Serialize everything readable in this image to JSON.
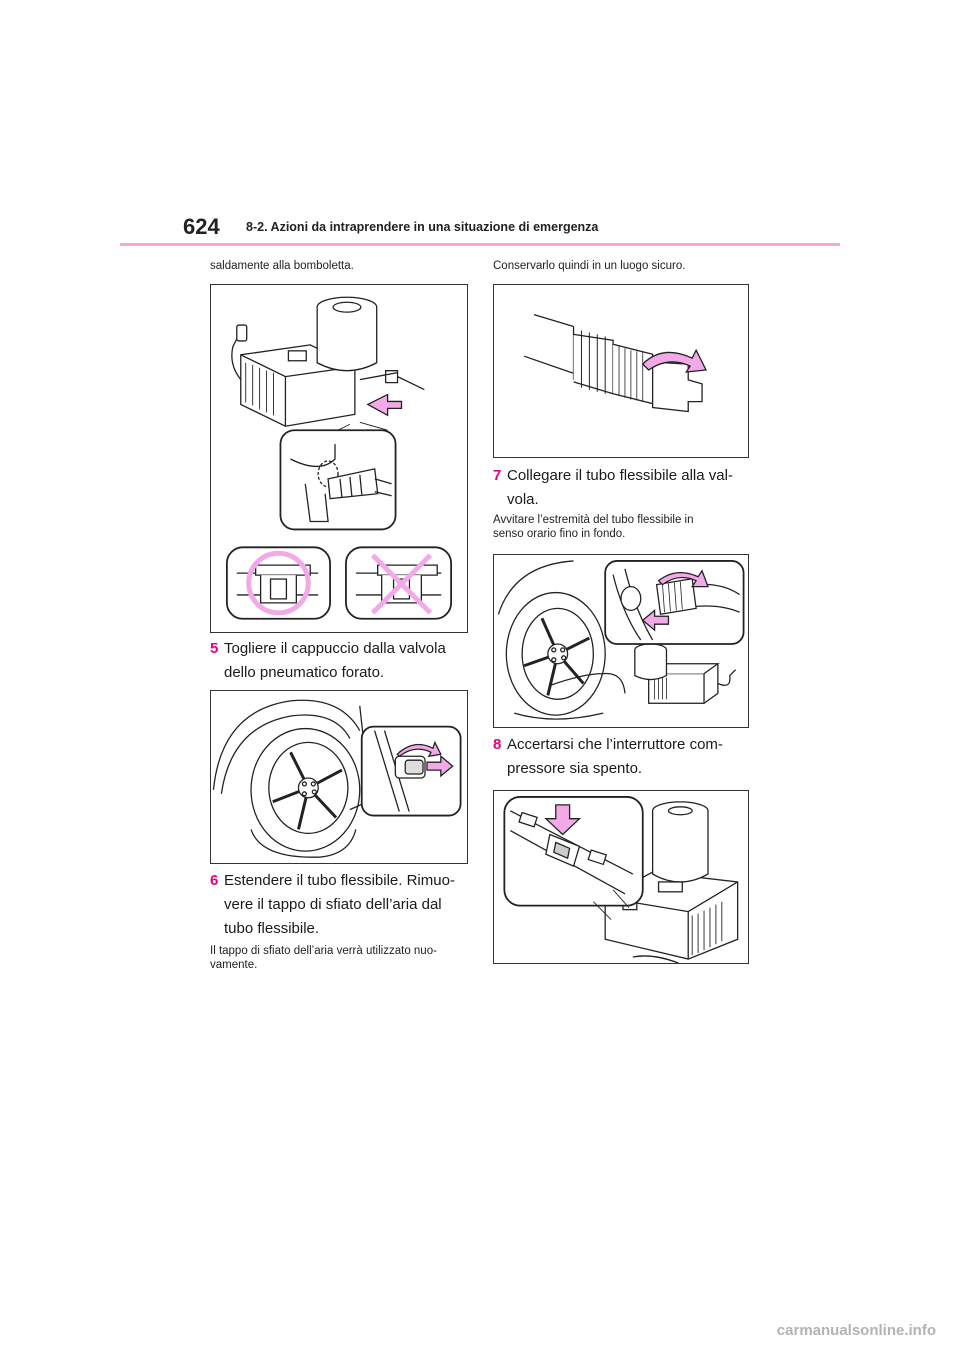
{
  "header": {
    "page_number": "624",
    "section": "8-2. Azioni da intraprendere in una situazione di emergenza"
  },
  "left": {
    "intro": "saldamente alla bomboletta.",
    "step5": {
      "num": "5",
      "text": "Togliere il cappuccio dalla valvola\ndello pneumatico forato."
    },
    "step6": {
      "num": "6",
      "text": "Estendere il tubo flessibile. Rimuo-\nvere il tappo di sfiato dell’aria dal\ntubo flessibile."
    },
    "note6": "Il tappo di sfiato dell’aria verrà utilizzato nuo-\nvamente."
  },
  "right": {
    "intro": "Conservarlo quindi in un luogo sicuro.",
    "step7": {
      "num": "7",
      "text": "Collegare il tubo flessibile alla val-\nvola."
    },
    "note7": "Avvitare l’estremità del tubo flessibile in\nsenso orario fino in fondo.",
    "step8": {
      "num": "8",
      "text": "Accertarsi che l’interruttore com-\npressore sia spento."
    }
  },
  "watermark": "carmanualsonline.info",
  "colors": {
    "accent": "#e5007d",
    "illustration_accent": "#f3a8e8",
    "rule": "#f3a8d8"
  }
}
